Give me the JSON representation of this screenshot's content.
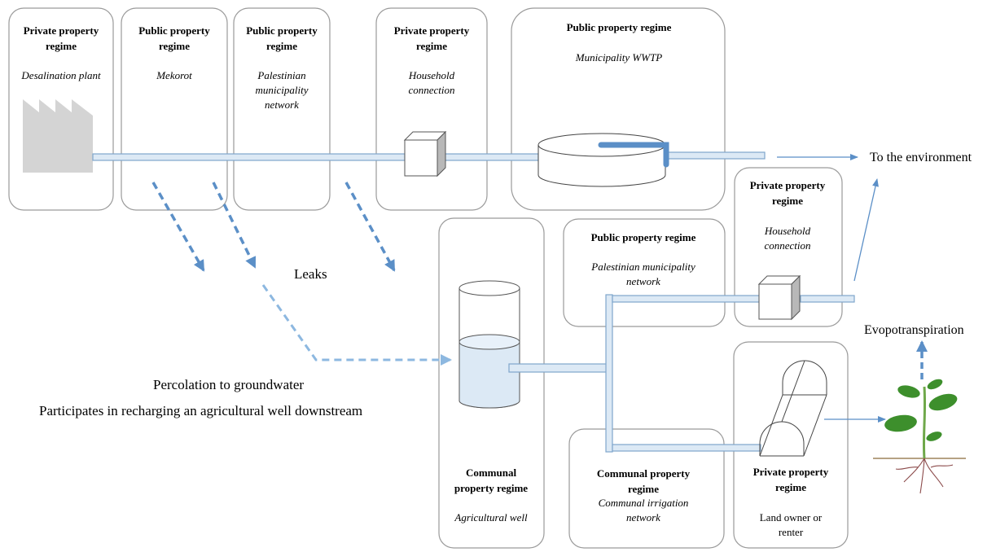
{
  "regimes": [
    {
      "id": "desalination",
      "title": [
        "Private property",
        "regime"
      ],
      "subtitle": [
        "Desalination plant"
      ],
      "sub_style": "italic"
    },
    {
      "id": "mekorot",
      "title": [
        "Public property",
        "regime"
      ],
      "subtitle": [
        "Mekorot"
      ],
      "sub_style": "italic"
    },
    {
      "id": "palestinian-net-top",
      "title": [
        "Public property",
        "regime"
      ],
      "subtitle": [
        "Palestinian",
        "municipality",
        "network"
      ],
      "sub_style": "italic"
    },
    {
      "id": "household-top",
      "title": [
        "Private property",
        "regime"
      ],
      "subtitle": [
        "Household",
        "connection"
      ],
      "sub_style": "italic"
    },
    {
      "id": "wwtp",
      "title": [
        "Public property regime"
      ],
      "subtitle": [
        "Municipality WWTP"
      ],
      "sub_style": "italic"
    },
    {
      "id": "household-right",
      "title": [
        "Private property",
        "regime"
      ],
      "subtitle": [
        "Household",
        "connection"
      ],
      "sub_style": "italic"
    },
    {
      "id": "palestinian-net-mid",
      "title": [
        "Public property regime"
      ],
      "subtitle": [
        "Palestinian municipality",
        "network"
      ],
      "sub_style": "italic"
    },
    {
      "id": "agri-well",
      "title": [
        "Communal",
        "property regime"
      ],
      "subtitle": [
        "Agricultural well"
      ],
      "sub_style": "italic"
    },
    {
      "id": "irrigation",
      "title": [
        "Communal property",
        "regime"
      ],
      "subtitle": [
        "Communal irrigation",
        "network"
      ],
      "sub_style": "italic"
    },
    {
      "id": "landowner",
      "title": [
        "Private property",
        "regime"
      ],
      "subtitle": [
        "Land owner or",
        "renter"
      ],
      "sub_style": "plain"
    }
  ],
  "labels": {
    "to_environment": "To the environment",
    "leaks": "Leaks",
    "evapotranspiration": "Evopotranspiration",
    "percolation_1": "Percolation to groundwater",
    "percolation_2": "Participates in recharging  an agricultural well downstream"
  },
  "colors": {
    "arrow_blue": "#5b8fc7",
    "pipe_fill": "#dce9f5",
    "box_stroke": "#9a9a9a",
    "factory_gray": "#d4d4d4"
  }
}
